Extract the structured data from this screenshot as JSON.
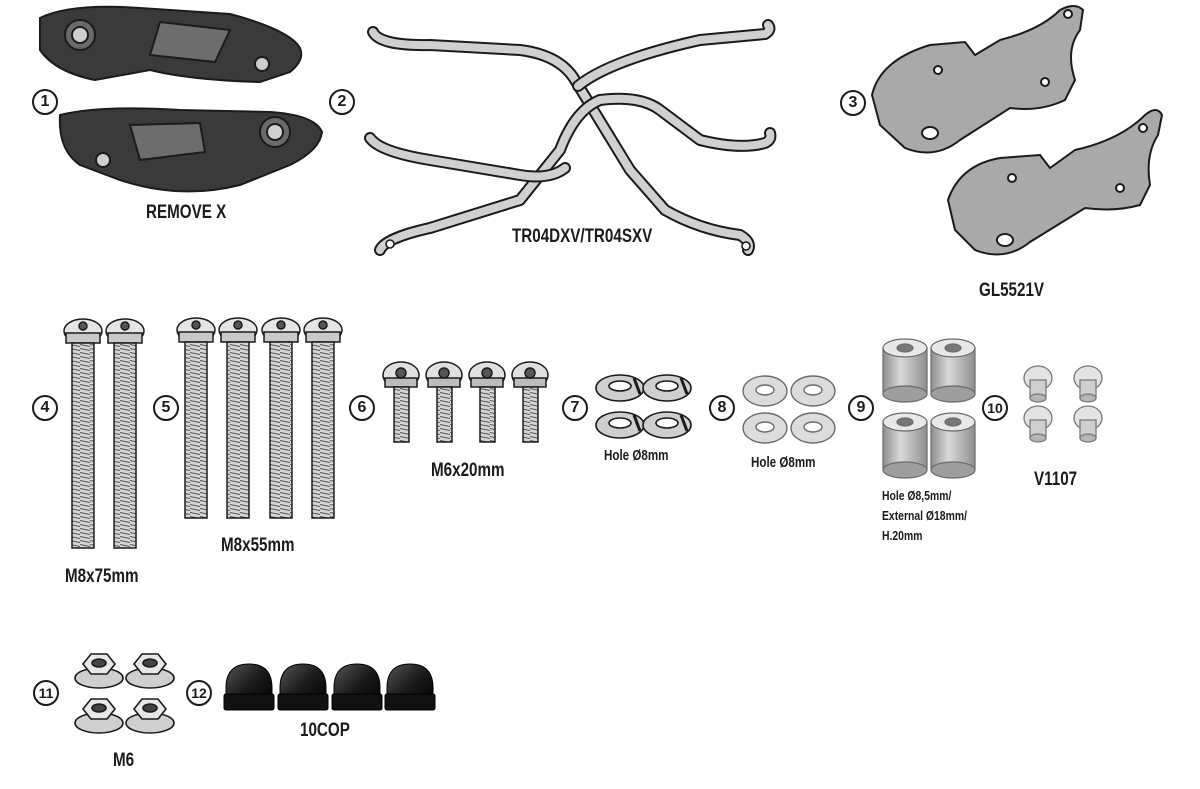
{
  "parts": [
    {
      "number": "1",
      "label": "REMOVE X",
      "item": "adapter plates"
    },
    {
      "number": "2",
      "label": "TR04DXV/TR04SXV",
      "item": "side frames"
    },
    {
      "number": "3",
      "label": "GL5521V",
      "item": "brackets"
    },
    {
      "number": "4",
      "label": "M8x75mm",
      "item": "long screws"
    },
    {
      "number": "5",
      "label": "M8x55mm",
      "item": "medium screws"
    },
    {
      "number": "6",
      "label": "M6x20mm",
      "item": "short screws"
    },
    {
      "number": "7",
      "label": "Hole Ø8mm",
      "item": "lock washers"
    },
    {
      "number": "8",
      "label": "Hole Ø8mm",
      "item": "flat washers"
    },
    {
      "number": "9",
      "label_lines": [
        "Hole Ø8,5mm/",
        "External Ø18mm/",
        "H.20mm"
      ],
      "item": "spacers"
    },
    {
      "number": "10",
      "label": "V1107",
      "item": "bushings"
    },
    {
      "number": "11",
      "label": "M6",
      "item": "flange nuts"
    },
    {
      "number": "12",
      "label": "10COP",
      "item": "cap nuts"
    }
  ],
  "colors": {
    "ink": "#1b1b1b",
    "metal_fill": "#c7c7c7",
    "plate_fill": "#a9a9a9",
    "dark_part": "#2a2a2a"
  }
}
